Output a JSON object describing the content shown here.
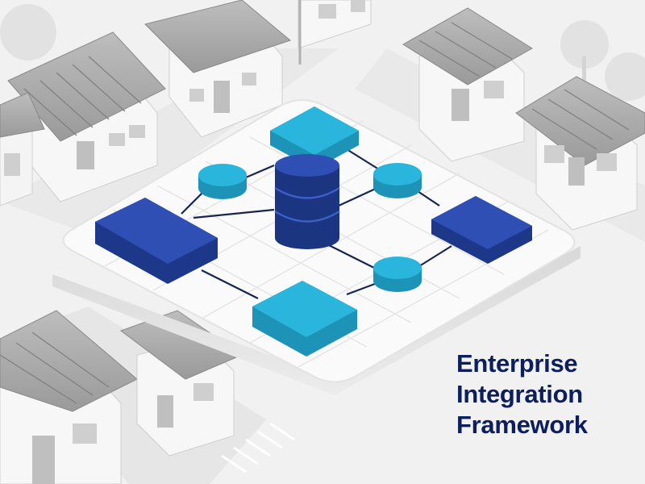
{
  "title": {
    "lines": [
      "Enterprise",
      "Integration",
      "Framework"
    ]
  },
  "colors": {
    "background": "#f1f1f1",
    "platform": "#fafafa",
    "navy_node": "#2f4fb5",
    "cyan_node": "#2ab6dc",
    "database": "#1f3c9c",
    "connector": "#16264f",
    "title_text": "#0c1f5c",
    "houses": "#b9b9b9"
  },
  "diagram": {
    "center": {
      "type": "database",
      "icon": "database-icon"
    },
    "nodes": [
      {
        "name": "cyan-square-node-top",
        "shape": "square",
        "color": "cyan"
      },
      {
        "name": "cyan-square-node-bottom",
        "shape": "square",
        "color": "cyan"
      },
      {
        "name": "navy-block-node-left",
        "shape": "block",
        "color": "navy"
      },
      {
        "name": "navy-block-node-right",
        "shape": "block",
        "color": "navy"
      },
      {
        "name": "cyan-disc-node-left",
        "shape": "disc",
        "color": "cyan"
      },
      {
        "name": "cyan-disc-node-right-upper",
        "shape": "disc",
        "color": "cyan"
      },
      {
        "name": "cyan-disc-node-right-lower",
        "shape": "disc",
        "color": "cyan"
      }
    ]
  }
}
